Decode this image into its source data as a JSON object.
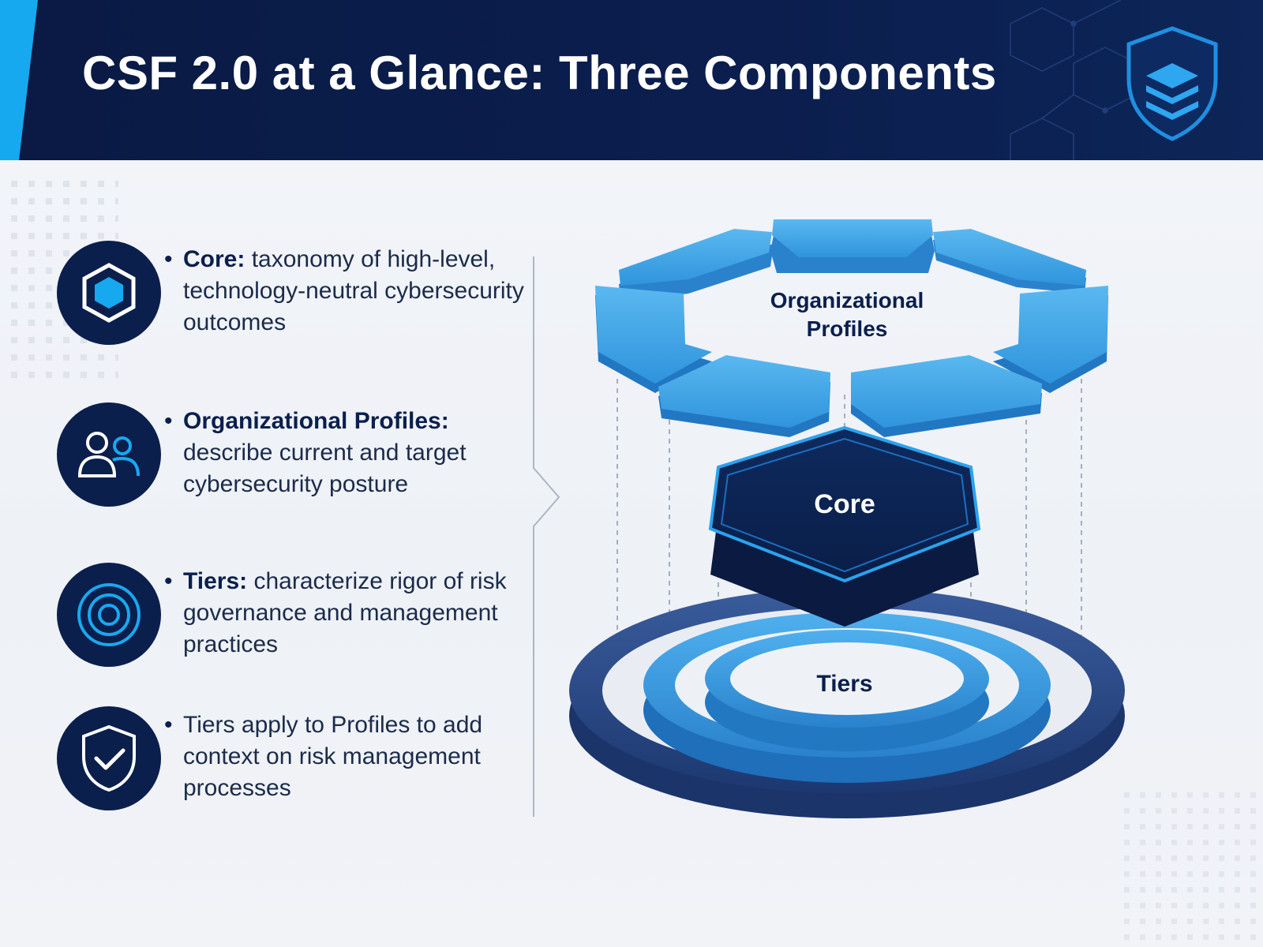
{
  "header": {
    "title": "CSF 2.0 at a Glance: Three Components",
    "logo_icon": "layers-shield-icon"
  },
  "items": [
    {
      "icon": "hexagon-icon",
      "term": "Core:",
      "description": "taxonomy of high-level, technology-neutral cybersecurity outcomes"
    },
    {
      "icon": "users-icon",
      "term": "Organizational Profiles:",
      "description": "describe current and target cybersecurity posture"
    },
    {
      "icon": "target-rings-icon",
      "term": "Tiers:",
      "description": "characterize rigor of risk governance and management practices"
    },
    {
      "icon": "shield-check-icon",
      "term": "",
      "description": "Tiers apply to Profiles to add context on risk management processes"
    }
  ],
  "diagram": {
    "profiles_label_line1": "Organizational",
    "profiles_label_line2": "Profiles",
    "core_label": "Core",
    "tiers_label": "Tiers"
  },
  "colors": {
    "navy": "#0b1f4d",
    "accent_blue": "#17a9f0",
    "segment_blue": "#3ea3e6",
    "ring_navy": "#2c4a86"
  }
}
